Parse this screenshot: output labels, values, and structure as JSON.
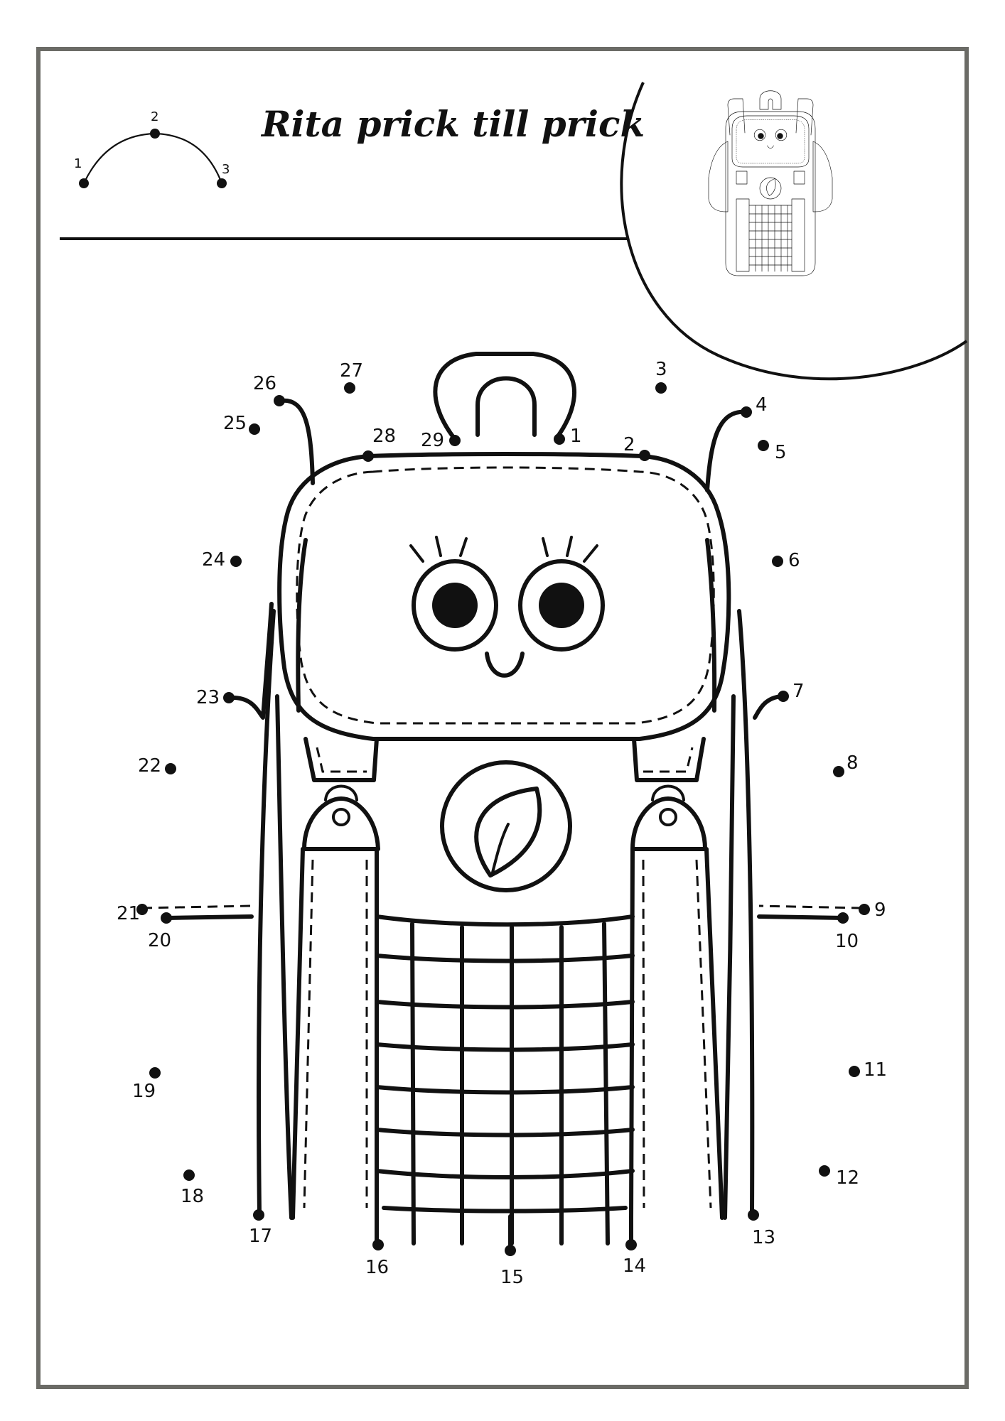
{
  "title": "Rita prick till prick",
  "example": {
    "labels": [
      "1",
      "2",
      "3"
    ]
  },
  "dots": [
    "1",
    "2",
    "3",
    "4",
    "5",
    "6",
    "7",
    "8",
    "9",
    "10",
    "11",
    "12",
    "13",
    "14",
    "15",
    "16",
    "17",
    "18",
    "19",
    "20",
    "21",
    "22",
    "23",
    "24",
    "25",
    "26",
    "27",
    "28",
    "29"
  ]
}
